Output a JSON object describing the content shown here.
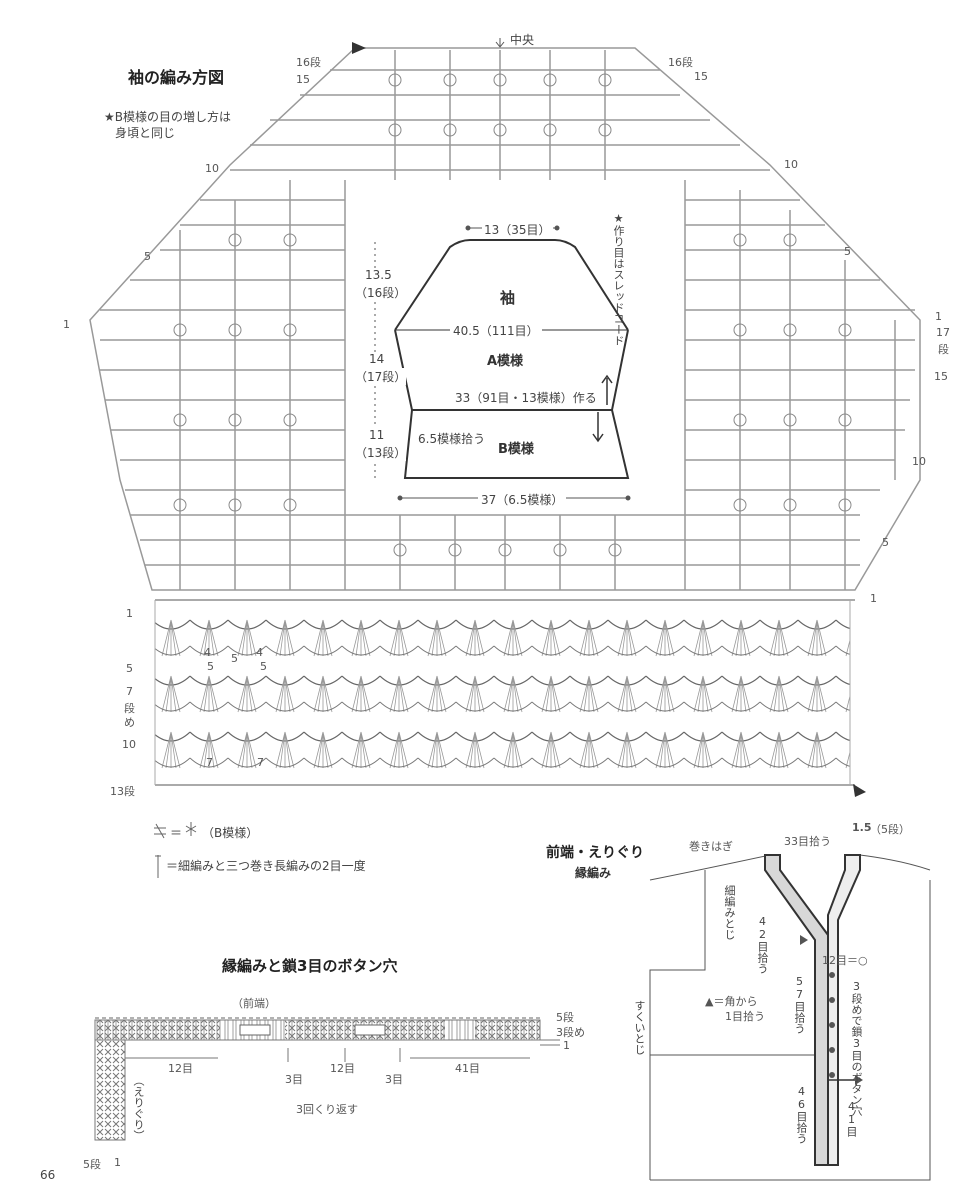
{
  "sleeve_chart": {
    "title": "袖の編み方図",
    "note_line1": "★B模様の目の増し方は",
    "note_line2": "身頃と同じ",
    "center": "中央",
    "rows_left": {
      "r16": "16段",
      "r15": "15",
      "r10": "10",
      "r5": "5",
      "r1": "1"
    },
    "rows_right": {
      "r16": "16段",
      "r15": "15",
      "r10": "10",
      "r5": "5",
      "r1": "1",
      "r17": "17",
      "r17b": "段",
      "r15b": "15",
      "r10b": "10",
      "r5b": "5",
      "r1b": "1"
    },
    "border_rows": {
      "r1": "1",
      "r5": "5",
      "r7": "7",
      "r7b": "段",
      "r7c": "め",
      "r10": "10",
      "r13": "13段"
    },
    "inner_nums": [
      "4",
      "5",
      "4",
      "5",
      "5",
      "7",
      "7"
    ]
  },
  "schematic": {
    "top_width": "13（35目）",
    "star_note": "★作り目はスレッドコード",
    "h1": "13.5",
    "h1_rows": "（16段）",
    "h2": "14",
    "h2_rows": "（17段）",
    "h3": "11",
    "h3_rows": "（13段）",
    "sleeve_label": "袖",
    "mid_width": "40.5（111目）",
    "pattern_a": "A模様",
    "cast_on": "33（91目・13模様）作る",
    "pickup": "6.5模様拾う",
    "pattern_b": "B模様",
    "bottom_width": "37（6.5模様）"
  },
  "legend": {
    "symbol_eq": "＝",
    "b_pattern": "（B模様）",
    "line2": "＝細編みと三つ巻き長編みの2目一度"
  },
  "buttonhole": {
    "title": "縁編みと鎖3目のボタン穴",
    "front_edge": "（前端）",
    "row5": "5段",
    "row3": "3段め",
    "row1": "1",
    "c12a": "12目",
    "c3a": "3目",
    "c12b": "12目",
    "c3b": "3目",
    "c41": "41目",
    "repeat": "3回くり返す",
    "collar": "（えりぐり）",
    "left5": "5段",
    "left1": "1"
  },
  "front_edge": {
    "title": "前端・えりぐり",
    "subtitle": "縁編み",
    "maki": "巻きはぎ",
    "pick33": "33目拾う",
    "width15": "1.5",
    "width15_rows": "（5段）",
    "saiami": "細編みとじ",
    "pick42": "42目拾う",
    "g12": "12目＝○",
    "suku": "すくいとじ",
    "tri_note1": "▲＝角から",
    "tri_note2": "1目拾う",
    "pick57": "57目拾う",
    "btn_note": "3段めで鎖3目のボタン穴",
    "pick46": "46目拾う",
    "c41": "41目"
  },
  "page_number": "66"
}
